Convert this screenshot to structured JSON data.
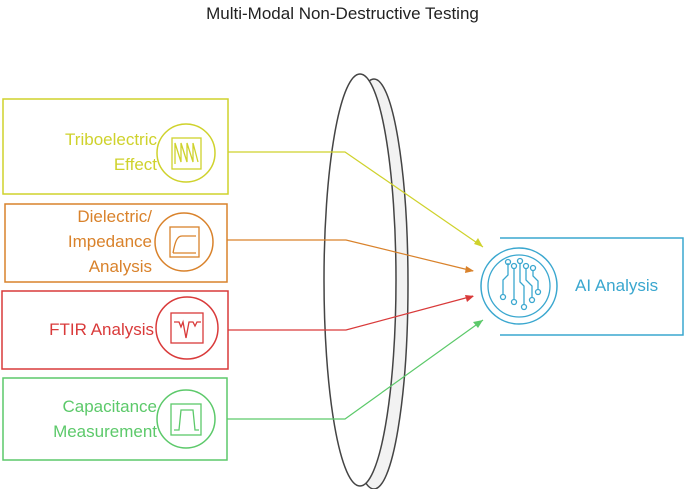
{
  "title": "Multi-Modal Non-Destructive Testing",
  "colors": {
    "triboelectric": "#cfd22c",
    "dielectric": "#d9822b",
    "ftir": "#d93a3a",
    "capacitance": "#5cc96a",
    "ai": "#3aa7cf",
    "lens_stroke": "#444444",
    "lens_fill": "#f2f2f2"
  },
  "methods": [
    {
      "id": "triboelectric",
      "lines": [
        "Triboelectric",
        "Effect"
      ],
      "icon": "sawtooth-waveform-icon"
    },
    {
      "id": "dielectric",
      "lines": [
        "Dielectric/",
        "Impedance",
        "Analysis"
      ],
      "icon": "step-response-curve-icon"
    },
    {
      "id": "ftir",
      "lines": [
        "FTIR Analysis"
      ],
      "icon": "spectrum-absorption-icon"
    },
    {
      "id": "capacitance",
      "lines": [
        "Capacitance",
        "Measurement"
      ],
      "icon": "square-pulse-icon"
    }
  ],
  "ai": {
    "label": "AI Analysis",
    "icon": "neural-circuit-icon"
  }
}
